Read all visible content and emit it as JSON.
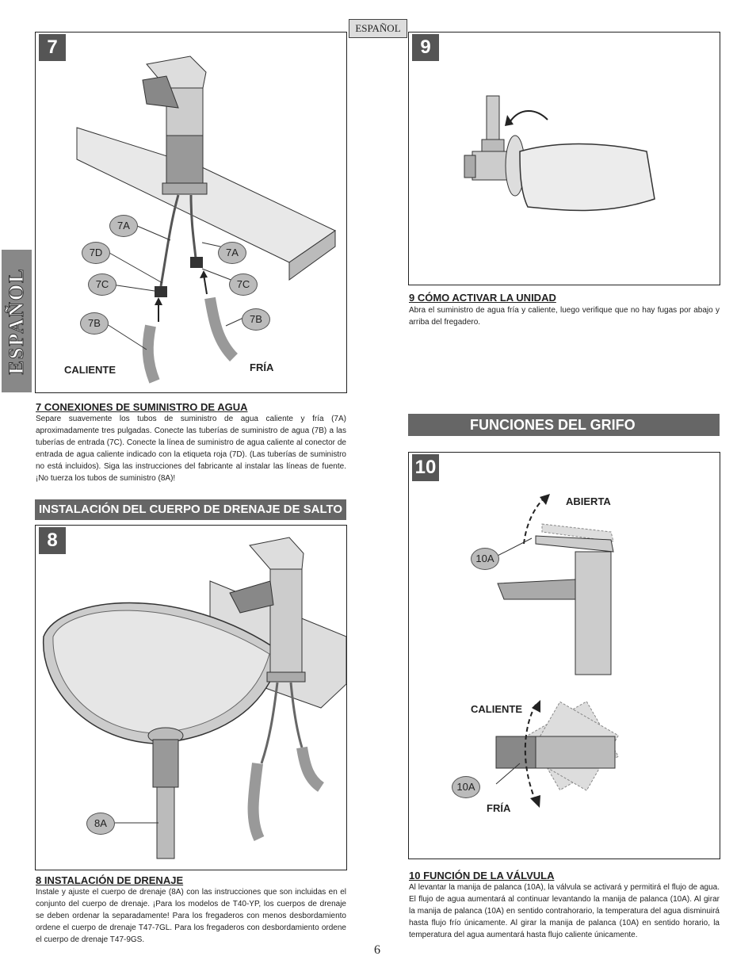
{
  "header": {
    "language_tag": "ESPAÑOL",
    "side_tab": "ESPAÑOL"
  },
  "step7": {
    "number": "7",
    "callouts": {
      "c7a_left": "7A",
      "c7a_right": "7A",
      "c7d": "7D",
      "c7c_left": "7C",
      "c7c_right": "7C",
      "c7b_left": "7B",
      "c7b_right": "7B"
    },
    "hot_label": "CALIENTE",
    "cold_label": "FRÍA",
    "heading": "7  CONEXIONES DE SUMINISTRO DE AGUA",
    "text": "Separe suavemente los tubos de suministro de agua caliente y fría (7A) aproximadamente tres pulgadas. Conecte las tuberías de suministro de agua (7B) a las tuberías de entrada (7C). Conecte la línea de suministro de agua caliente al conector de entrada de agua caliente indicado con la etiqueta roja (7D). (Las tuberías de suministro no está incluidos). Siga las instrucciones del fabricante al instalar las líneas de fuente. ¡No tuerza los tubos de suministro (8A)!"
  },
  "section_drain": {
    "title": "INSTALACIÓN DEL CUERPO DE DRENAJE DE SALTO"
  },
  "step8": {
    "number": "8",
    "callout": "8A",
    "heading": "8  INSTALACIÓN DE DRENAJE",
    "text": "Instale y ajuste el cuerpo de drenaje (8A) con las instrucciones que son incluidas en el conjunto del cuerpo de drenaje.  ¡Para los modelos de T40-YP, los cuerpos de drenaje se deben ordenar la separadamente!  Para los fregaderos con menos desbordamiento ordene el cuerpo de drenaje T47-7GL.  Para los fregaderos con desbordamiento ordene el cuerpo de drenaje T47-9GS."
  },
  "step9": {
    "number": "9",
    "heading": "9  CÓMO ACTIVAR LA UNIDAD",
    "text": "Abra el suministro de agua fría y caliente, luego verifique que no hay fugas por abajo y arriba del fregadero."
  },
  "section_functions": {
    "title": "FUNCIONES DEL GRIFO"
  },
  "step10": {
    "number": "10",
    "open_label": "ABIERTA",
    "hot_label": "CALIENTE",
    "cold_label": "FRÍA",
    "callout_top": "10A",
    "callout_bottom": "10A",
    "heading": "10  FUNCIÓN DE LA VÁLVULA",
    "text": "Al levantar la manija de palanca (10A), la válvula se activará y permitirá el flujo de agua. El flujo de agua aumentará al continuar levantando la manija de palanca (10A). Al girar la manija de palanca (10A) en sentido contrahorario, la temperatura del agua disminuirá hasta flujo frío únicamente. Al girar la manija de palanca (10A) en sentido horario, la temperatura del agua aumentará hasta flujo caliente únicamente."
  },
  "footer": {
    "page_number": "6"
  }
}
